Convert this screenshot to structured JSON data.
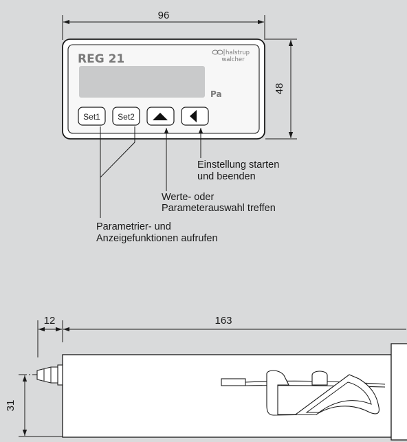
{
  "front_view": {
    "width_dimension": "96",
    "height_dimension": "48",
    "device": {
      "model": "REG 21",
      "maker_line1": "halstrup",
      "maker_line2": "walcher",
      "maker_logo_icon": "infinity-logo-icon",
      "unit": "Pa",
      "buttons": {
        "set1": "Set1",
        "set2": "Set2",
        "up_icon": "triangle-up-icon",
        "left_icon": "triangle-left-icon"
      }
    },
    "annotations": {
      "start_end": [
        "Einstellung starten",
        "und beenden"
      ],
      "select_value": [
        "Werte- oder",
        "Parameterauswahl treffen"
      ],
      "call_functions": [
        "Parametrier- und",
        "Anzeigefunktionen aufrufen"
      ]
    }
  },
  "side_view": {
    "fitting_dimension": "12",
    "length_dimension": "163",
    "height_dimension": "31"
  }
}
